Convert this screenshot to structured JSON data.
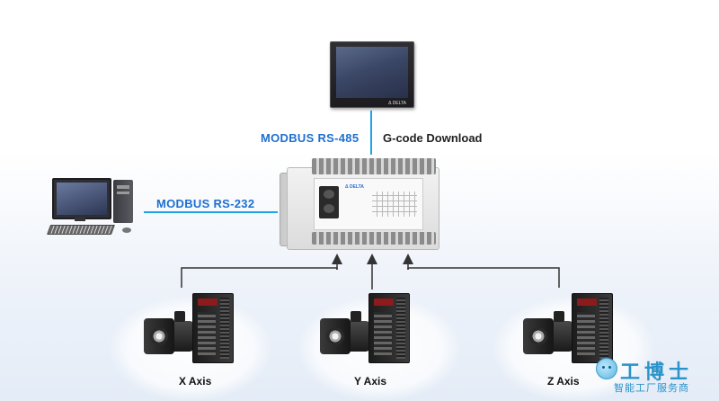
{
  "links": {
    "hmi_link_label": "MODBUS RS-485",
    "gcode_label": "G-code Download",
    "pc_link_label": "MODBUS RS-232"
  },
  "devices": {
    "hmi_brand": "Δ DELTA",
    "plc_brand": "Δ DELTA"
  },
  "axes": [
    {
      "label": "X Axis"
    },
    {
      "label": "Y Axis"
    },
    {
      "label": "Z Axis"
    }
  ],
  "watermark": {
    "title": "工博士",
    "subtitle": "智能工厂服务商"
  },
  "colors": {
    "link_line": "#1ea5e8",
    "modbus_text": "#1f6fcf",
    "connector_line": "#333333",
    "watermark": "#2a93c9"
  }
}
